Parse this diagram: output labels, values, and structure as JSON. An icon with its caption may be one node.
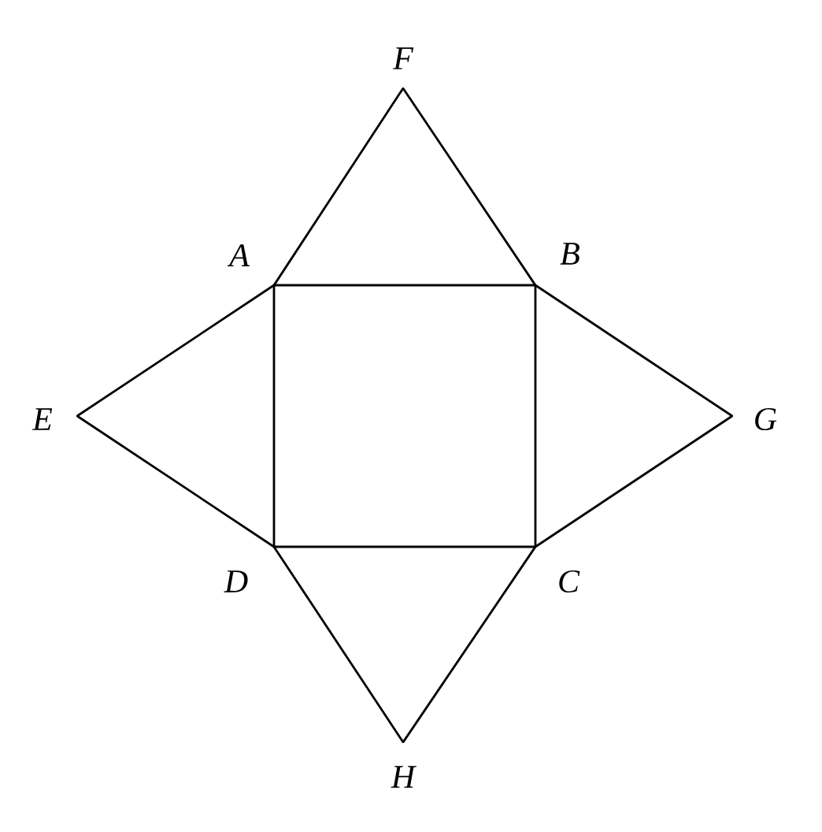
{
  "diagram": {
    "nodes": [
      {
        "text": [
          "F"
        ]
      },
      {
        "text": [
          "A"
        ]
      },
      {
        "text": [
          "B"
        ]
      },
      {
        "text": [
          "E"
        ]
      },
      {
        "text": [
          "G"
        ]
      },
      {
        "text": [
          "D"
        ]
      },
      {
        "text": [
          "C"
        ]
      },
      {
        "text": [
          "H"
        ]
      }
    ],
    "edges": [
      {
        "from": 1,
        "to": 2,
        "arrow": "none"
      },
      {
        "from": 2,
        "to": 6,
        "arrow": "none"
      },
      {
        "from": 6,
        "to": 5,
        "arrow": "none"
      },
      {
        "from": 5,
        "to": 1,
        "arrow": "none"
      },
      {
        "from": 1,
        "to": 0,
        "arrow": "none"
      },
      {
        "from": 0,
        "to": 2,
        "arrow": "none"
      },
      {
        "from": 2,
        "to": 4,
        "arrow": "none"
      },
      {
        "from": 4,
        "to": 6,
        "arrow": "none"
      },
      {
        "from": 6,
        "to": 7,
        "arrow": "none"
      },
      {
        "from": 7,
        "to": 5,
        "arrow": "none"
      },
      {
        "from": 5,
        "to": 3,
        "arrow": "none"
      },
      {
        "from": 3,
        "to": 1,
        "arrow": "none"
      }
    ]
  }
}
